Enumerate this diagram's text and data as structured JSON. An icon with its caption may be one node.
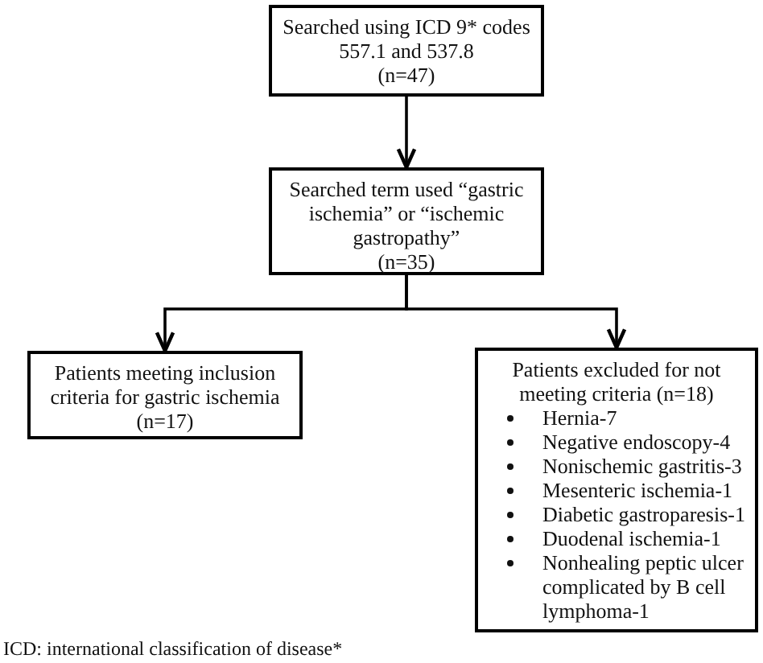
{
  "diagram": {
    "nodes": [
      {
        "text": [
          "Searched using ICD 9* codes 557.1 and 537.8",
          "(n=47)"
        ]
      },
      {
        "text": [
          "Searched term used “gastric ischemia” or “ischemic gastropathy”",
          "(n=35)"
        ]
      },
      {
        "text": [
          "Patients meeting inclusion criteria for gastric ischemia",
          "(n=17)"
        ]
      },
      {
        "text": [
          "Patients excluded for not meeting criteria (n=18)",
          "Hernia-7",
          "Negative endoscopy-4",
          "Nonischemic gastritis-3",
          "Mesenteric ischemia-1",
          "Diabetic gastroparesis-1",
          "Duodenal ischemia-1",
          "Nonhealing peptic ulcer complicated by B cell lymphoma-1"
        ]
      }
    ],
    "edges": [
      {
        "from": 0,
        "to": 1,
        "arrow": "to"
      },
      {
        "from": 1,
        "to": 2,
        "arrow": "to"
      },
      {
        "from": 1,
        "to": 3,
        "arrow": "to"
      }
    ],
    "labels": [
      "ICD: international classification of disease*"
    ]
  }
}
